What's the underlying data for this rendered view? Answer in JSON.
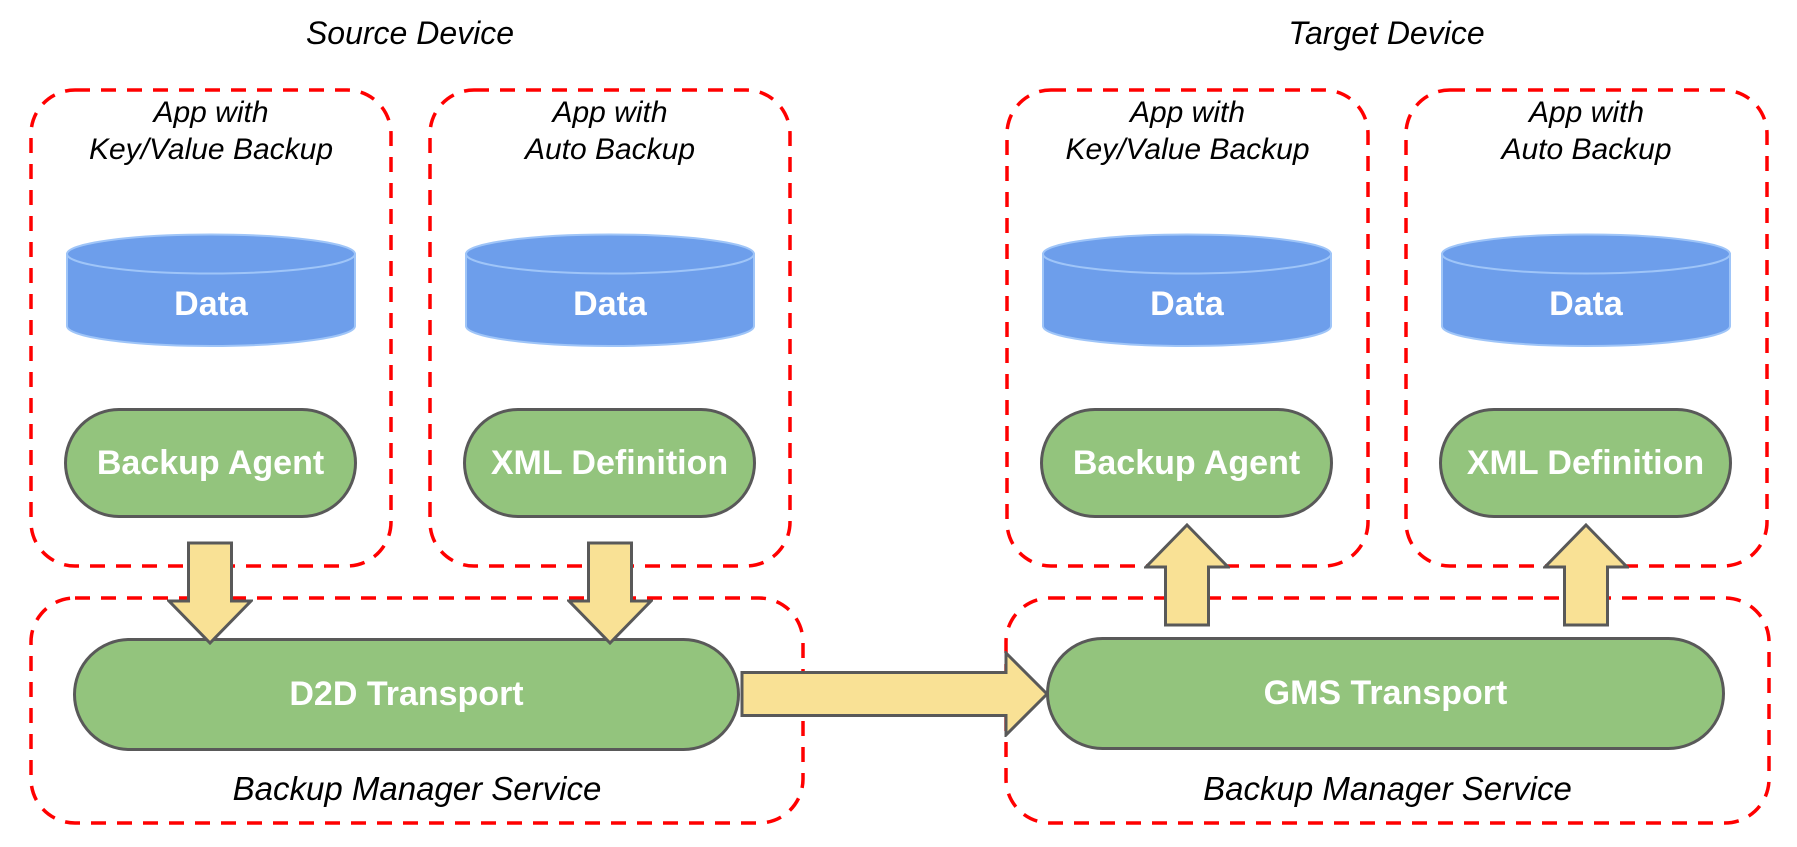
{
  "colors": {
    "app_border": "#ff0000",
    "data_fill": "#6d9eeb",
    "data_stroke": "#9fc5f8",
    "component_fill": "#93c47d",
    "component_stroke": "#595959",
    "arrow_fill": "#f9e195",
    "arrow_stroke": "#595959",
    "text_on_shape": "#ffffff",
    "label_text": "#000000"
  },
  "diagram": {
    "source": {
      "title": "Source Device",
      "apps": [
        {
          "line1": "App with",
          "line2": "Key/Value Backup",
          "data": "Data",
          "component": "Backup Agent"
        },
        {
          "line1": "App with",
          "line2": "Auto Backup",
          "data": "Data",
          "component": "XML Definition"
        }
      ],
      "service": {
        "label": "Backup Manager Service",
        "transport": "D2D Transport"
      }
    },
    "target": {
      "title": "Target Device",
      "apps": [
        {
          "line1": "App with",
          "line2": "Key/Value Backup",
          "data": "Data",
          "component": "Backup Agent"
        },
        {
          "line1": "App with",
          "line2": "Auto Backup",
          "data": "Data",
          "component": "XML Definition"
        }
      ],
      "service": {
        "label": "Backup Manager Service",
        "transport": "GMS Transport"
      }
    }
  }
}
